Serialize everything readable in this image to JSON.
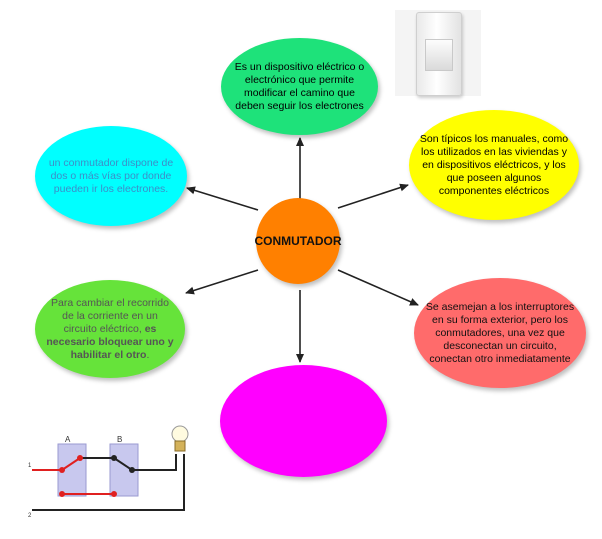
{
  "center": {
    "label": "CONMUTADOR",
    "color": "#ff8000"
  },
  "nodes": {
    "top": {
      "text": "Es un dispositivo eléctrico o electrónico que permite modificar el camino que deben seguir los electrones",
      "color": "#1ee27a"
    },
    "upper_left": {
      "text": "un conmutador dispone de dos o más vías por donde pueden ir los electrones.",
      "color": "#00ffff",
      "text_color": "#3c8ec8"
    },
    "upper_right": {
      "text": "Son típicos los manuales, como los utilizados en las viviendas y en dispositivos eléctricos, y los que poseen algunos componentes eléctricos",
      "color": "#ffff00"
    },
    "lower_left": {
      "text_plain": "Para cambiar el recorrido de la corriente en un circuito eléctrico, ",
      "text_bold": "es necesario bloquear uno y habilitar el otro",
      "text_end": ".",
      "color": "#66e33a"
    },
    "lower_right": {
      "text": "Se asemejan a los interruptores en su forma exterior, pero los conmutadores, una vez que desconectan un circuito, conectan otro inmediatamente",
      "color": "#ff6b6b"
    },
    "bottom": {
      "text": "",
      "color": "#ff00ff"
    }
  },
  "circuit": {
    "label_a": "A",
    "label_b": "B",
    "label_1": "1",
    "label_2": "2"
  },
  "icons": {
    "photo": "wall-switch-photo",
    "circuit": "two-way-switch-circuit-diagram",
    "bulb": "light-bulb-icon"
  }
}
